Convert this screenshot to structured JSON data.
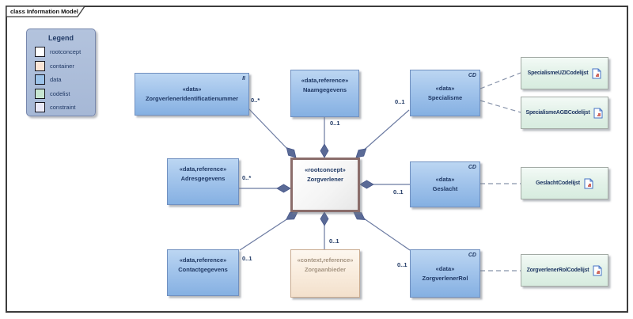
{
  "frame": {
    "tab_label": "class Information Model"
  },
  "legend": {
    "title": "Legend",
    "items": [
      {
        "label": "rootconcept",
        "color": "#FFFFFF"
      },
      {
        "label": "container",
        "color": "#FBE5D6"
      },
      {
        "label": "data",
        "color": "#9CC3E9"
      },
      {
        "label": "codelist",
        "color": "#C7E6D2"
      },
      {
        "label": "constraint",
        "color": "#E9E9F8"
      }
    ]
  },
  "nodes": {
    "identificatienummer": {
      "stereotype": "«data»",
      "name": "ZorgverlenerIdentificatienummer",
      "corner": "II"
    },
    "naamgegevens": {
      "stereotype": "«data,reference»",
      "name": "Naamgegevens"
    },
    "specialisme": {
      "stereotype": "«data»",
      "name": "Specialisme",
      "corner": "CD"
    },
    "adresgegevens": {
      "stereotype": "«data,reference»",
      "name": "Adresgegevens"
    },
    "zorgverlener": {
      "stereotype": "«rootconcept»",
      "name": "Zorgverlener"
    },
    "geslacht": {
      "stereotype": "«data»",
      "name": "Geslacht",
      "corner": "CD"
    },
    "contactgegevens": {
      "stereotype": "«data,reference»",
      "name": "Contactgegevens"
    },
    "zorgaanbieder": {
      "stereotype": "«context,reference»",
      "name": "Zorgaanbieder"
    },
    "zorgverlenerrol": {
      "stereotype": "«data»",
      "name": "ZorgverlenerRol",
      "corner": "CD"
    }
  },
  "codelists": {
    "uzi": {
      "name": "SpecialismeUZICodelijst"
    },
    "agb": {
      "name": "SpecialismeAGBCodelijst"
    },
    "geslacht": {
      "name": "GeslachtCodelijst"
    },
    "rol": {
      "name": "ZorgverlenerRolCodelijst"
    }
  },
  "multiplicities": {
    "identificatienummer": "0..*",
    "naamgegevens": "0..1",
    "specialisme": "0..1",
    "adresgegevens": "0..*",
    "geslacht": "0..1",
    "contactgegevens": "0..1",
    "zorgaanbieder": "0..1",
    "zorgverlenerrol": "0..1"
  },
  "colors": {
    "data_fill": "#9CC3E9",
    "container_fill": "#FBE5D6",
    "codelist_fill": "#C7E6D2",
    "rootconcept_border": "#8A6D6B",
    "connector": "#6B7AA1",
    "diamond_fill": "#5A6A96",
    "text": "#1F3864"
  }
}
